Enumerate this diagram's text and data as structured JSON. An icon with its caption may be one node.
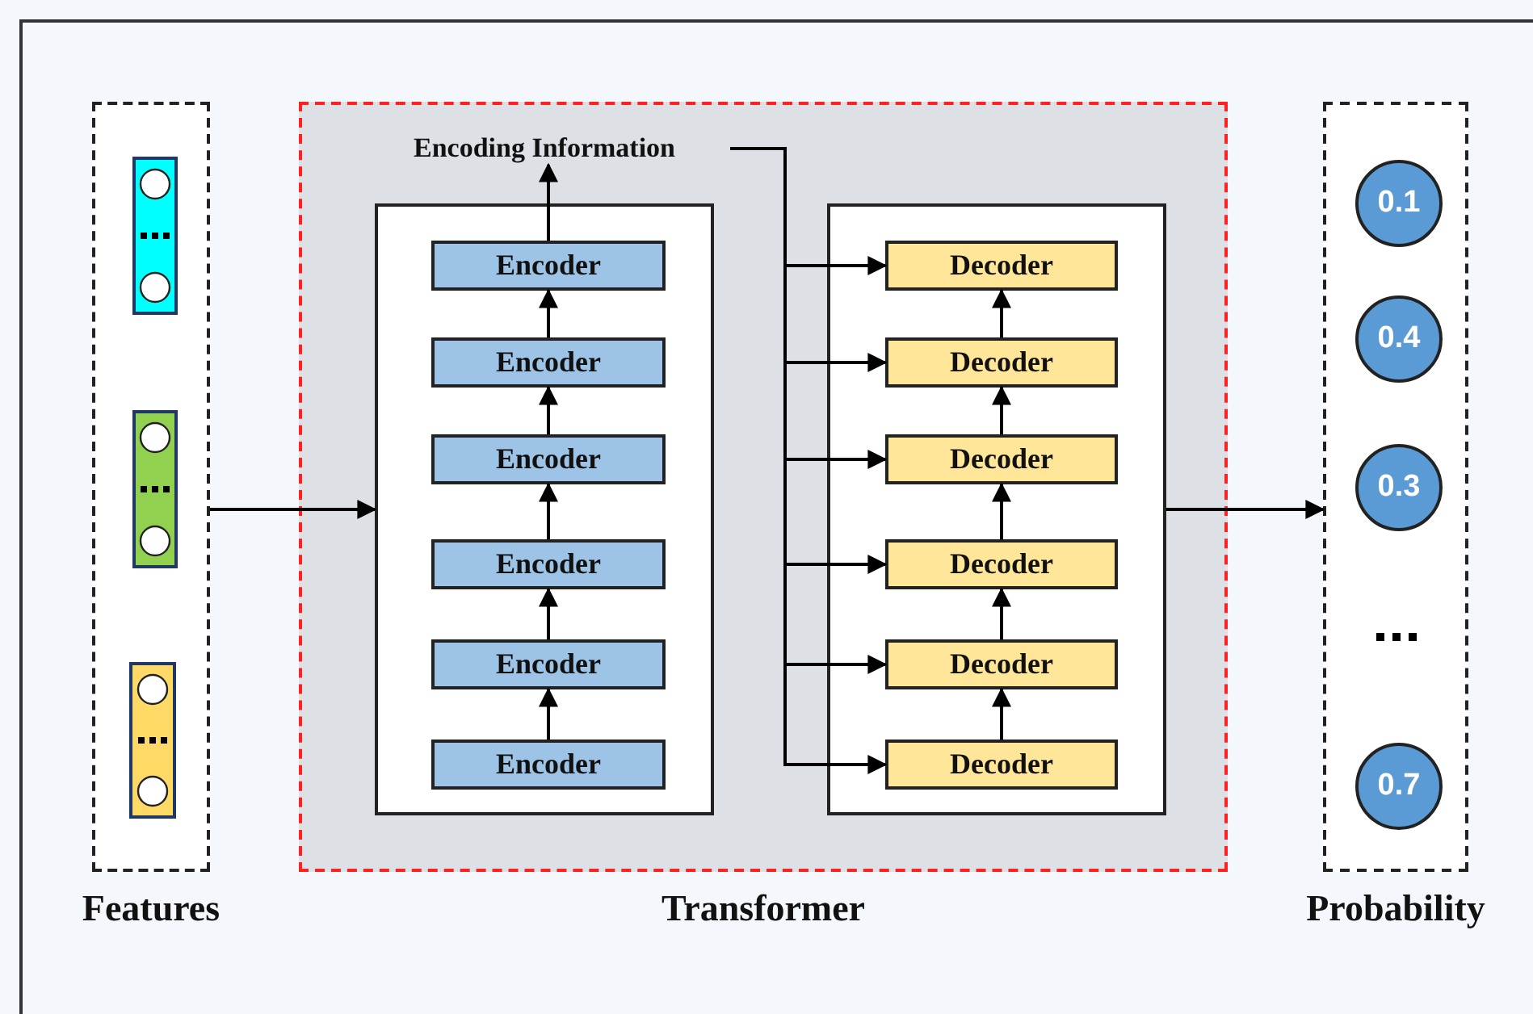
{
  "diagram": {
    "nodes": [
      {
        "text": [
          "Features"
        ]
      },
      {
        "text": [],
        "shape": "bar",
        "in": 0
      },
      {
        "text": [],
        "shape": "bar",
        "in": 0
      },
      {
        "text": [],
        "shape": "bar",
        "in": 0
      },
      {
        "text": [
          "Transformer"
        ]
      },
      {
        "text": [
          "Encoding Information"
        ],
        "in": 4
      },
      {
        "text": [],
        "shape": "box",
        "in": 4
      },
      {
        "text": [
          "Encoder"
        ],
        "in": 6
      },
      {
        "text": [
          "Encoder"
        ],
        "in": 6
      },
      {
        "text": [
          "Encoder"
        ],
        "in": 6
      },
      {
        "text": [
          "Encoder"
        ],
        "in": 6
      },
      {
        "text": [
          "Encoder"
        ],
        "in": 6
      },
      {
        "text": [
          "Encoder"
        ],
        "in": 6
      },
      {
        "text": [],
        "shape": "box",
        "in": 4
      },
      {
        "text": [
          "Decoder"
        ],
        "in": 13
      },
      {
        "text": [
          "Decoder"
        ],
        "in": 13
      },
      {
        "text": [
          "Decoder"
        ],
        "in": 13
      },
      {
        "text": [
          "Decoder"
        ],
        "in": 13
      },
      {
        "text": [
          "Decoder"
        ],
        "in": 13
      },
      {
        "text": [
          "Decoder"
        ],
        "in": 13
      },
      {
        "text": [
          "Probability"
        ]
      },
      {
        "text": [
          "0.1"
        ],
        "in": 20
      },
      {
        "text": [
          "0.4"
        ],
        "in": 20
      },
      {
        "text": [
          "0.3"
        ],
        "in": 20
      },
      {
        "text": [
          "0.7"
        ],
        "in": 20
      }
    ],
    "edges": [
      {
        "from": 0,
        "to": 6,
        "arrow": "to"
      },
      {
        "from": 12,
        "to": 11,
        "arrow": "to"
      },
      {
        "from": 11,
        "to": 10,
        "arrow": "to"
      },
      {
        "from": 10,
        "to": 9,
        "arrow": "to"
      },
      {
        "from": 9,
        "to": 8,
        "arrow": "to"
      },
      {
        "from": 8,
        "to": 7,
        "arrow": "to"
      },
      {
        "from": 7,
        "to": 5,
        "arrow": "to"
      },
      {
        "from": 5,
        "to": 14,
        "arrow": "to"
      },
      {
        "from": 5,
        "to": 15,
        "arrow": "to"
      },
      {
        "from": 5,
        "to": 16,
        "arrow": "to"
      },
      {
        "from": 5,
        "to": 17,
        "arrow": "to"
      },
      {
        "from": 5,
        "to": 18,
        "arrow": "to"
      },
      {
        "from": 5,
        "to": 19,
        "arrow": "to"
      },
      {
        "from": 19,
        "to": 18,
        "arrow": "to"
      },
      {
        "from": 18,
        "to": 17,
        "arrow": "to"
      },
      {
        "from": 17,
        "to": 16,
        "arrow": "to"
      },
      {
        "from": 16,
        "to": 15,
        "arrow": "to"
      },
      {
        "from": 15,
        "to": 14,
        "arrow": "to"
      },
      {
        "from": 13,
        "to": 20,
        "arrow": "to"
      }
    ]
  }
}
